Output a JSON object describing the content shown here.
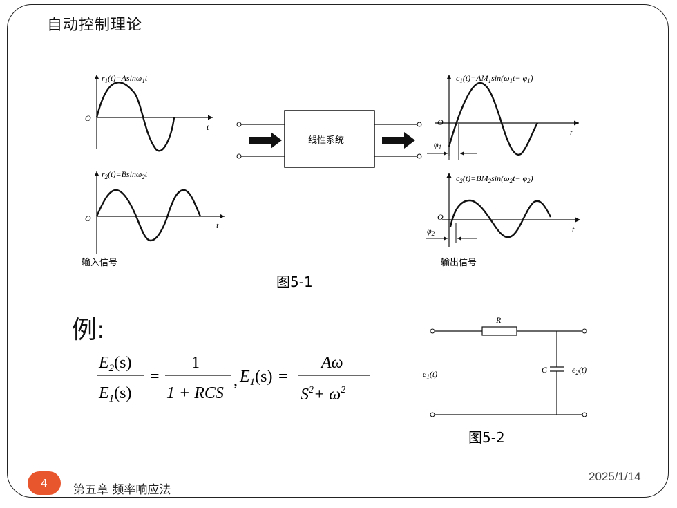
{
  "header": {
    "title": "自动控制理论"
  },
  "figure1": {
    "caption": "图5-1",
    "input_r1": "r",
    "input_r1_eq": "(t)=Asinω",
    "input_r1_t": "t",
    "input_r2": "r",
    "input_r2_eq": "(t)=Bsinω",
    "input_r2_t": "t",
    "origin": "O",
    "t_axis": "t",
    "system_label": "线性系统",
    "output_c1": "c",
    "output_c1_eq": "(t)=AM",
    "output_c1_tail": "sin(ω",
    "output_c1_end": "t− φ",
    "output_c2": "c",
    "output_c2_eq": "(t)=BM",
    "output_c2_tail": "sin(ω",
    "output_c2_end": "t− φ",
    "phi": "φ",
    "sub1": "1",
    "sub2": "2",
    "input_label": "输入信号",
    "output_label": "输出信号"
  },
  "example": {
    "label": "例:",
    "eq_lhs_num": "E",
    "eq_lhs_num_sub": "2",
    "eq_s": "(s)",
    "eq_lhs_den": "E",
    "eq_lhs_den_sub": "1",
    "eq_one": "1",
    "eq_den": "1 + RCS",
    "eq_comma": ",",
    "eq_e1": "E",
    "eq_e1_sub": "1",
    "eq_eq": "=",
    "eq_aw": "Aω",
    "eq_s2": "S",
    "eq_sup": "2",
    "eq_plus_w": "+ ω"
  },
  "figure2": {
    "caption": "图5-2",
    "R": "R",
    "C": "C",
    "e1": "e",
    "e2": "e",
    "e_t": "(t)",
    "sub1": "1",
    "sub2": "2"
  },
  "footer": {
    "page_number": "4",
    "chapter": "第五章 频率响应法",
    "date": "2025/1/14"
  }
}
